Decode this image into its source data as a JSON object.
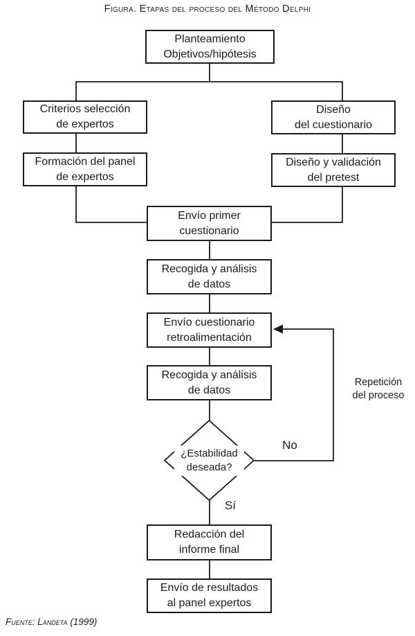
{
  "title": "Figura. Etapas del proceso del Método Delphi",
  "source": "Fuente: Landeta (1999)",
  "colors": {
    "line": "#1a1a1a",
    "background": "#ffffff",
    "text": "#1a1a1a"
  },
  "diagram": {
    "type": "flowchart",
    "nodes": {
      "planteamiento": "Planteamiento\nObjetivos/hipótesis",
      "criterios_seleccion": "Criterios selección\nde expertos",
      "formacion_panel": "Formación del panel\nde expertos",
      "diseno_cuestionario": "Diseño\ndel cuestionario",
      "diseno_pretest": "Diseño y validación\ndel pretest",
      "envio_primer": "Envío primer\ncuestionario",
      "recogida_1": "Recogida y análisis\nde datos",
      "envio_retro": "Envío cuestionario\nretroalimentación",
      "recogida_2": "Recogida y análisis\nde datos",
      "decision": "¿Estabilidad\ndeseada?",
      "redaccion": "Redacción del\ninforme final",
      "envio_resultados": "Envío de resultados\nal panel expertos"
    },
    "edge_labels": {
      "no": "No",
      "si": "Sí",
      "repeticion": "Repetición\ndel proceso"
    },
    "edges": [
      {
        "from": "planteamiento",
        "to": "criterios_seleccion"
      },
      {
        "from": "planteamiento",
        "to": "diseno_cuestionario"
      },
      {
        "from": "criterios_seleccion",
        "to": "formacion_panel"
      },
      {
        "from": "diseno_cuestionario",
        "to": "diseno_pretest"
      },
      {
        "from": "formacion_panel",
        "to": "envio_primer"
      },
      {
        "from": "diseno_pretest",
        "to": "envio_primer"
      },
      {
        "from": "envio_primer",
        "to": "recogida_1"
      },
      {
        "from": "recogida_1",
        "to": "envio_retro"
      },
      {
        "from": "envio_retro",
        "to": "recogida_2"
      },
      {
        "from": "recogida_2",
        "to": "decision"
      },
      {
        "from": "decision",
        "to": "envio_retro",
        "label": "No"
      },
      {
        "from": "decision",
        "to": "redaccion",
        "label": "Sí"
      },
      {
        "from": "redaccion",
        "to": "envio_resultados"
      }
    ]
  }
}
